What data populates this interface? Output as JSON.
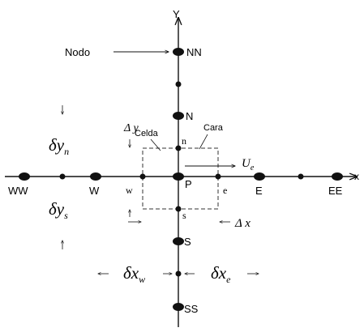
{
  "axes": {
    "x_label": "x",
    "y_label": "Y"
  },
  "nodes": {
    "NN": "NN",
    "N": "N",
    "P": "P",
    "S": "S",
    "SS": "SS",
    "WW": "WW",
    "W": "W",
    "E": "E",
    "EE": "EE"
  },
  "faces": {
    "n": "n",
    "s": "s",
    "w": "w",
    "e": "e"
  },
  "callouts": {
    "nodo": "Nodo",
    "celda": "Celda",
    "cara": "Cara"
  },
  "symbols": {
    "delta_y": "Δ y",
    "delta_x": "Δ x",
    "dy_n_base": "δy",
    "dy_n_sub": "n",
    "dy_s_base": "δy",
    "dy_s_sub": "s",
    "dx_w_base": "δx",
    "dx_w_sub": "w",
    "dx_e_base": "δx",
    "dx_e_sub": "e",
    "ue_base": "U",
    "ue_sub": "e"
  }
}
